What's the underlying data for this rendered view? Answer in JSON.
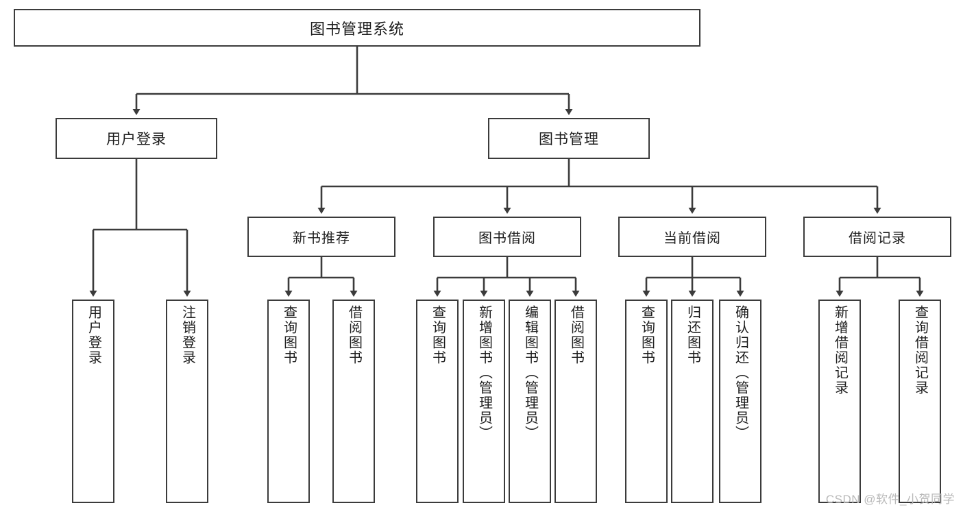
{
  "diagram": {
    "title": "图书管理系统",
    "type": "tree",
    "orientation": "top-down",
    "colors": {
      "background": "#ffffff",
      "box_border": "#3b3b3b",
      "box_fill": "#ffffff",
      "edge": "#3b3b3b",
      "text": "#1d1d1d",
      "watermark": "#b9b9b9"
    },
    "root": {
      "id": "root",
      "label": "图书管理系统"
    },
    "level1": [
      {
        "id": "user_login",
        "label": "用户登录"
      },
      {
        "id": "book_mgmt",
        "label": "图书管理"
      }
    ],
    "level2": [
      {
        "id": "new_book_rec",
        "label": "新书推荐",
        "parent": "book_mgmt"
      },
      {
        "id": "book_borrow",
        "label": "图书借阅",
        "parent": "book_mgmt"
      },
      {
        "id": "current_borrow",
        "label": "当前借阅",
        "parent": "book_mgmt"
      },
      {
        "id": "borrow_record",
        "label": "借阅记录",
        "parent": "book_mgmt"
      }
    ],
    "leaves": [
      {
        "id": "leaf1",
        "label": "用户登录",
        "parent": "user_login"
      },
      {
        "id": "leaf2",
        "label": "注销登录",
        "parent": "user_login"
      },
      {
        "id": "leaf3",
        "label": "查询图书",
        "parent": "new_book_rec"
      },
      {
        "id": "leaf4",
        "label": "借阅图书",
        "parent": "new_book_rec"
      },
      {
        "id": "leaf5",
        "label": "查询图书",
        "parent": "book_borrow"
      },
      {
        "id": "leaf6",
        "label": "新增图书（管理员）",
        "parent": "book_borrow"
      },
      {
        "id": "leaf7",
        "label": "编辑图书（管理员）",
        "parent": "book_borrow"
      },
      {
        "id": "leaf8",
        "label": "借阅图书",
        "parent": "book_borrow"
      },
      {
        "id": "leaf9",
        "label": "查询图书",
        "parent": "current_borrow"
      },
      {
        "id": "leaf10",
        "label": "归还图书",
        "parent": "current_borrow"
      },
      {
        "id": "leaf11",
        "label": "确认归还（管理员）",
        "parent": "current_borrow"
      },
      {
        "id": "leaf12",
        "label": "新增借阅记录",
        "parent": "borrow_record"
      },
      {
        "id": "leaf13",
        "label": "查询借阅记录",
        "parent": "borrow_record"
      }
    ]
  },
  "watermark": {
    "text": "CSDN @软件_小贺同学"
  }
}
